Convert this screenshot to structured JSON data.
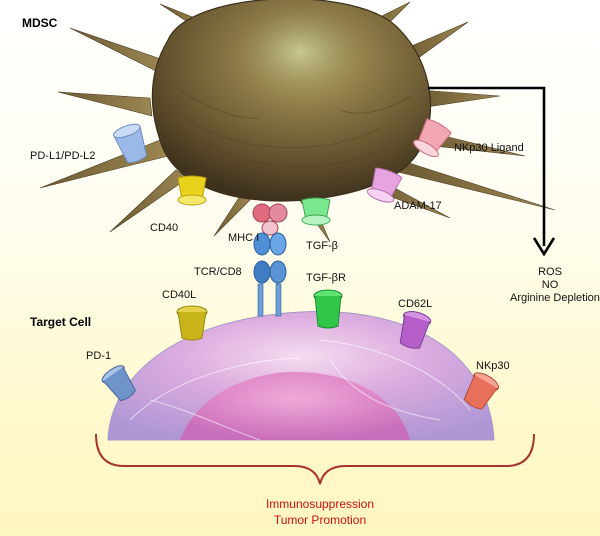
{
  "titles": {
    "mdsc": "MDSC",
    "target_cell": "Target Cell"
  },
  "mdsc_labels": {
    "pdl1": "PD-L1/PD-L2",
    "cd40": "CD40",
    "mhc1": "MHC I",
    "tgfb": "TGF-β",
    "adam17": "ADAM-17",
    "nkp30_ligand": "NKp30 Ligand"
  },
  "target_labels": {
    "tcr_cd8": "TCR/CD8",
    "cd40l": "CD40L",
    "tgfbr": "TGF-βR",
    "cd62l": "CD62L",
    "pd1": "PD-1",
    "nkp30": "NKp30"
  },
  "effects": [
    "ROS",
    "NO",
    "Arginine Depletion"
  ],
  "outcome": [
    "Immunosuppression",
    "Tumor Promotion"
  ],
  "colors": {
    "pdl1": "#9bb8e8",
    "cd40": "#e8d21c",
    "mhc1": "#e06a7e",
    "tgfb": "#7be88f",
    "adam17": "#e7a3e0",
    "nkp30_ligand": "#f2a7b3",
    "tcr": "#4f8fd6",
    "cd40l": "#c9b31a",
    "tgfbr": "#31c64a",
    "cd62l": "#b45fc9",
    "pd1": "#6f94c9",
    "nkp30": "#e8705a",
    "bracket": "#a8322d",
    "outcome_text": "#cc1111"
  }
}
